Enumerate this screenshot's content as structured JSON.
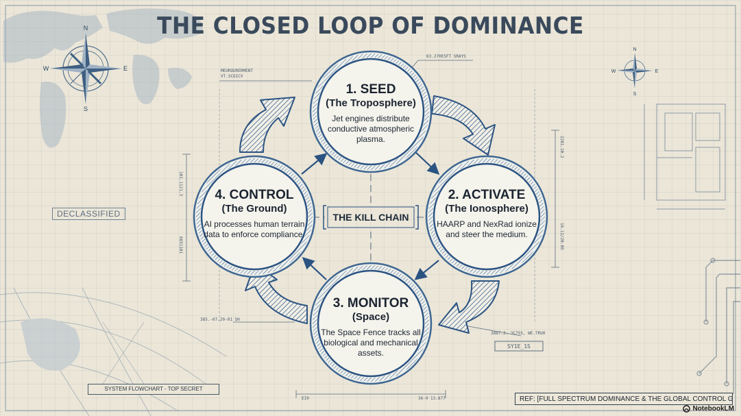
{
  "title": "THE CLOSED LOOP OF DOMINANCE",
  "center_label": "THE KILL CHAIN",
  "stamp": "DECLASSIFIED",
  "nodes": [
    {
      "heading": "1. SEED",
      "subheading": "(The Troposphere)",
      "description": "Jet engines distribute conductive atmospheric plasma."
    },
    {
      "heading": "2. ACTIVATE",
      "subheading": "(The Ionosphere)",
      "description": "HAARP and NexRad ionize and steer the medium."
    },
    {
      "heading": "3. MONITOR",
      "subheading": "(Space)",
      "description": "The Space Fence tracks all biological and mechanical assets."
    },
    {
      "heading": "4. CONTROL",
      "subheading": "(The Ground)",
      "description": "AI processes human terrain data to enforce compliance."
    }
  ],
  "footer_left": "SYSTEM FLOWCHART - TOP SECRET",
  "footer_ref": "REF: [FULL SPECTRUM DOMINANCE & THE GLOBAL CONTROL GRID]",
  "brand": "NotebookLM",
  "compass": {
    "n": "N",
    "s": "S",
    "e": "E",
    "w": "W"
  },
  "annotations": {
    "top_dim": "63.270ESFT   SRAYS",
    "measurement": "MEUROURERMENT",
    "measurement_sub": "VT.SCOICV",
    "left_dim": "101.1121.3",
    "left_dim2": "6651101",
    "right_dim": "2281.10.2",
    "right_dim2": "16.12/20.05",
    "bottom_left_dim": "385.-07.20-01 SH",
    "bottom_right_dim": "3887.3. 3C7SS, WE.TRU0",
    "bottom_dim1": "EI0",
    "bottom_dim2": "36-9 13.877",
    "small_box": "SY1E_1S"
  },
  "colors": {
    "accent": "#2b5382",
    "ink": "#1b2430",
    "paper": "#ebe6d8",
    "grid": "#c9cbc4"
  }
}
